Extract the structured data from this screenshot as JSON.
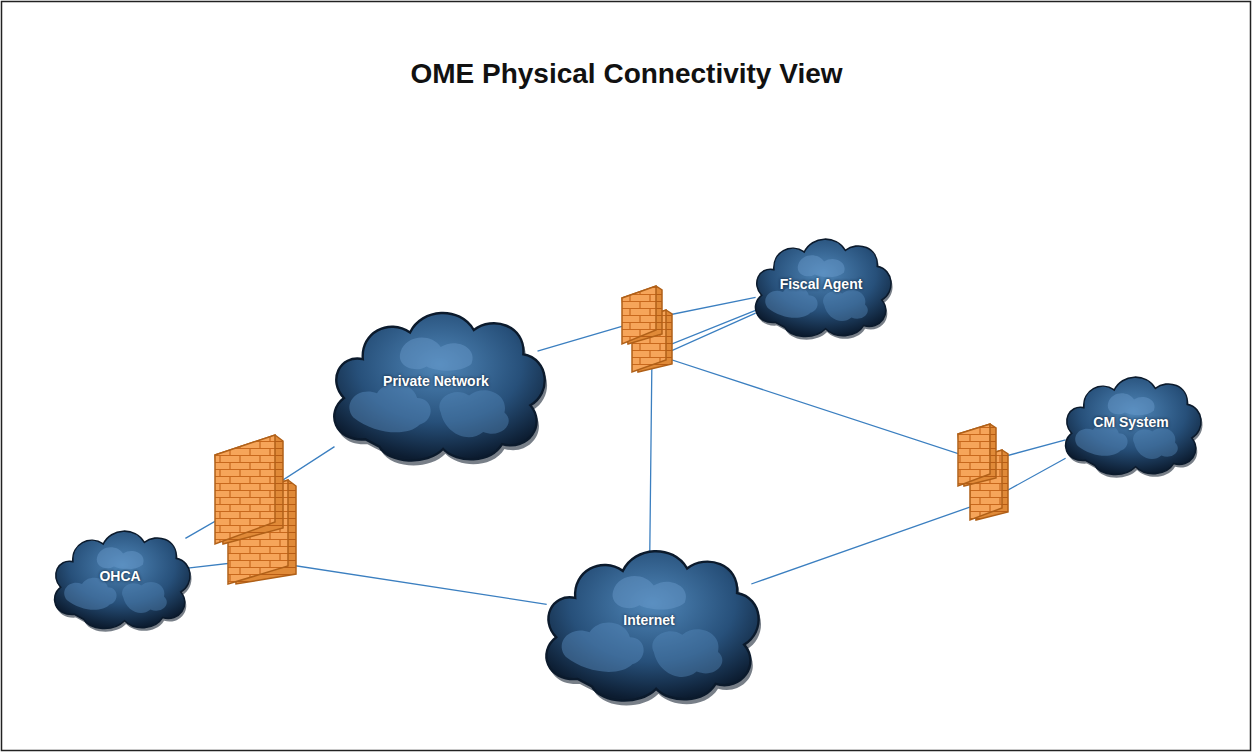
{
  "diagram": {
    "title": "OME Physical Connectivity View",
    "nodes": [
      {
        "text": [
          "Private Network"
        ]
      },
      {
        "text": [
          "Fiscal Agent"
        ]
      },
      {
        "text": [
          "CM System"
        ]
      },
      {
        "text": [
          "OHCA"
        ]
      },
      {
        "text": [
          "Internet"
        ]
      }
    ],
    "edges": [
      {
        "from": 3,
        "to": 0,
        "arrow": "none"
      },
      {
        "from": 3,
        "to": 4,
        "arrow": "none"
      },
      {
        "from": 0,
        "to": 1,
        "arrow": "none"
      },
      {
        "from": 4,
        "to": 1,
        "arrow": "none"
      },
      {
        "from": 1,
        "to": 2,
        "arrow": "none"
      },
      {
        "from": 4,
        "to": 2,
        "arrow": "none"
      }
    ]
  }
}
